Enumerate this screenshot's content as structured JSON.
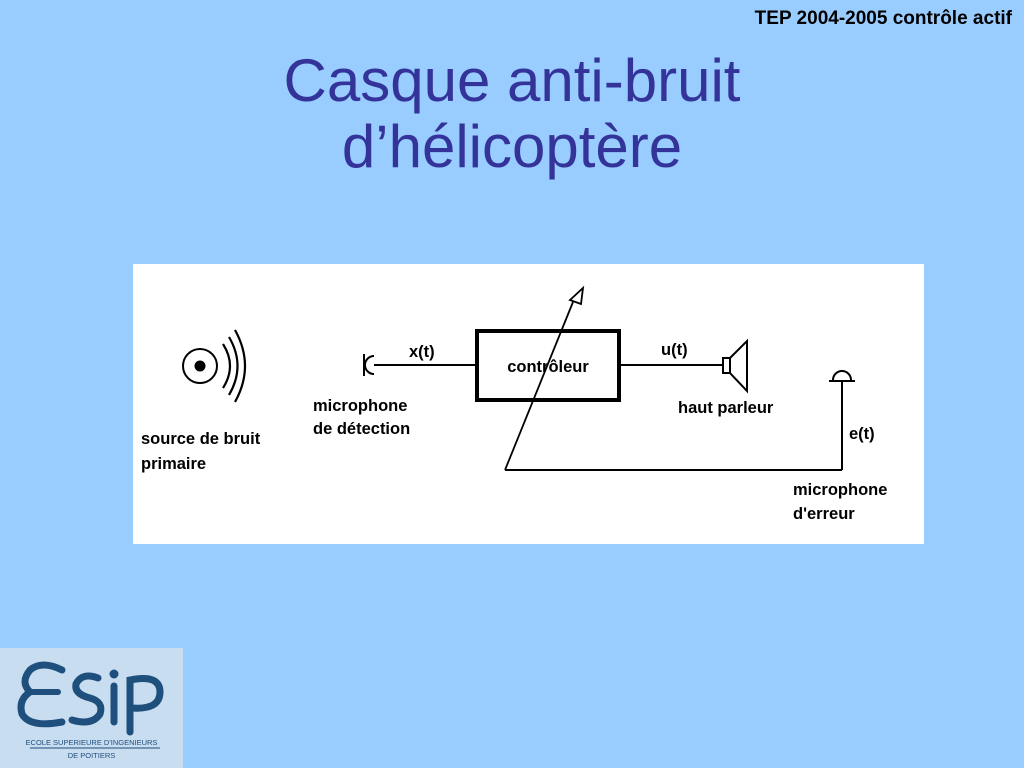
{
  "slide": {
    "header_note": "TEP 2004-2005 contrôle actif",
    "title_line1": "Casque anti-bruit",
    "title_line2": "d’hélicoptère"
  },
  "diagram": {
    "controller_label": "contrôleur",
    "signal_x": "x(t)",
    "signal_u": "u(t)",
    "signal_e": "e(t)",
    "detection_mic_label_1": "microphone",
    "detection_mic_label_2": "de détection",
    "speaker_label": "haut parleur",
    "noise_source_label_1": "source de bruit",
    "noise_source_label_2": "primaire",
    "error_mic_label_1": "microphone",
    "error_mic_label_2": "d'erreur"
  },
  "logo": {
    "name": "ESIP",
    "line1": "ECOLE SUPERIEURE D'INGENIEURS",
    "line2": "DE POITIERS"
  },
  "colors": {
    "background": "#99ccff",
    "title": "#333399",
    "logo": "#1e4f7d"
  }
}
